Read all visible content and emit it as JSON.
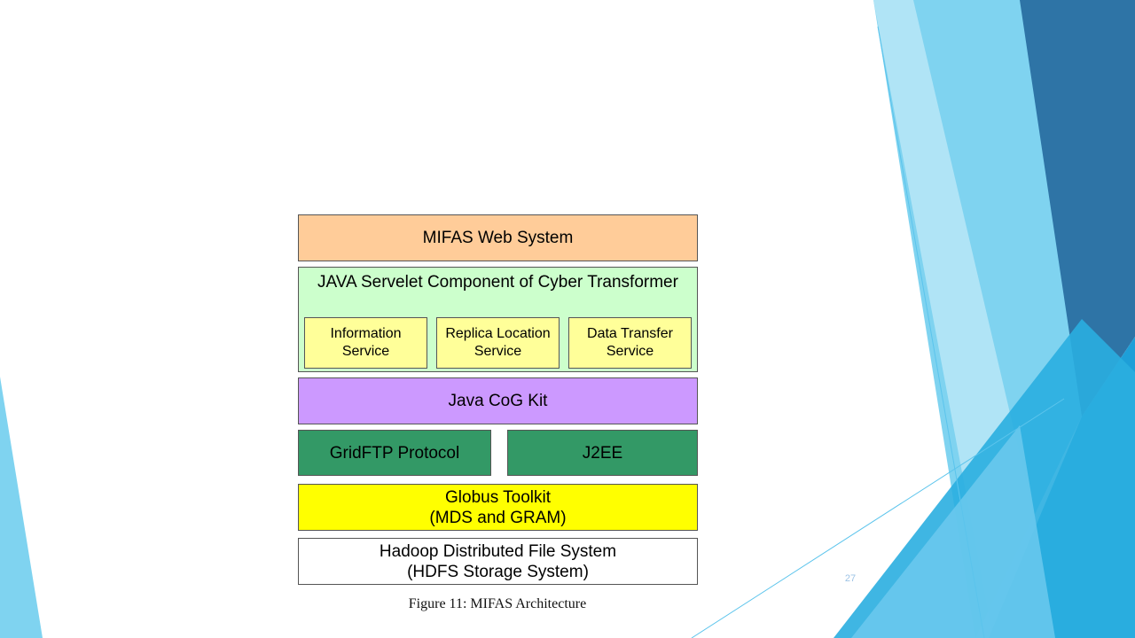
{
  "diagram": {
    "web_system": "MIFAS Web System",
    "servlet": {
      "title": "JAVA Servelet Component of Cyber Transformer",
      "services": [
        {
          "line1": "Information",
          "line2": "Service"
        },
        {
          "line1": "Replica Location",
          "line2": "Service"
        },
        {
          "line1": "Data Transfer",
          "line2": "Service"
        }
      ]
    },
    "cog_kit": "Java CoG Kit",
    "gridftp": "GridFTP Protocol",
    "j2ee": "J2EE",
    "globus": {
      "line1": "Globus Toolkit",
      "line2": "(MDS and GRAM)"
    },
    "hadoop": {
      "line1": "Hadoop Distributed File System",
      "line2": "(HDFS Storage System)"
    }
  },
  "caption": "Figure 11: MIFAS Architecture",
  "slide_number": "27",
  "colors": {
    "web_system": "#FFCC99",
    "servlet": "#CCFFCC",
    "service": "#FFFF99",
    "cog_kit": "#CC99FF",
    "grid_layer": "#339966",
    "globus": "#FFFF00",
    "hadoop": "#FFFFFF",
    "page_number": "#9DC3E6"
  }
}
